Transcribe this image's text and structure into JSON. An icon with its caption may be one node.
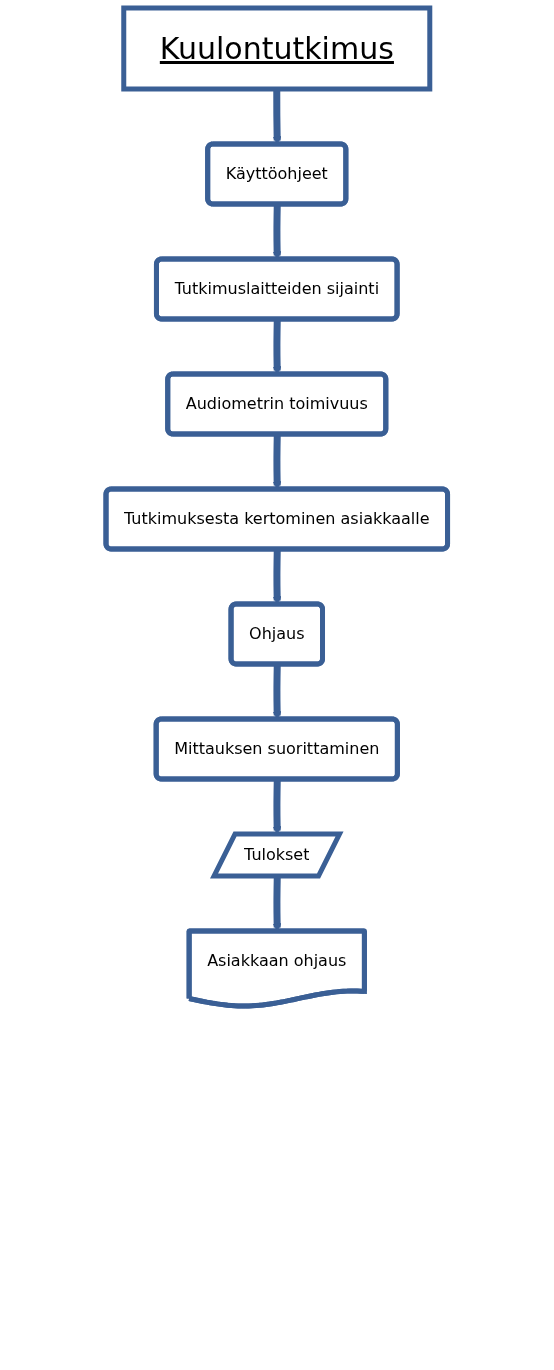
{
  "diagram": {
    "nodes": [
      {
        "text": [
          "Kuulontutkimus"
        ]
      },
      {
        "text": [
          "Käyttöohjeet"
        ]
      },
      {
        "text": [
          "Tutkimuslaitteiden sijainti"
        ]
      },
      {
        "text": [
          "Audiometrin toimivuus"
        ]
      },
      {
        "text": [
          "Tutkimuksesta kertominen asiakkaalle"
        ]
      },
      {
        "text": [
          "Ohjaus"
        ]
      },
      {
        "text": [
          "Mittauksen suorittaminen"
        ]
      },
      {
        "text": [
          "Tulokset"
        ]
      },
      {
        "text": [
          "Asiakkaan ohjaus"
        ]
      }
    ],
    "edges": [
      {
        "from": 0,
        "to": 1,
        "arrow": "to"
      },
      {
        "from": 1,
        "to": 2,
        "arrow": "to"
      },
      {
        "from": 2,
        "to": 3,
        "arrow": "to"
      },
      {
        "from": 3,
        "to": 4,
        "arrow": "to"
      },
      {
        "from": 4,
        "to": 5,
        "arrow": "to"
      },
      {
        "from": 5,
        "to": 6,
        "arrow": "to"
      },
      {
        "from": 6,
        "to": 7,
        "arrow": "to"
      },
      {
        "from": 7,
        "to": 8,
        "arrow": "to"
      }
    ]
  }
}
